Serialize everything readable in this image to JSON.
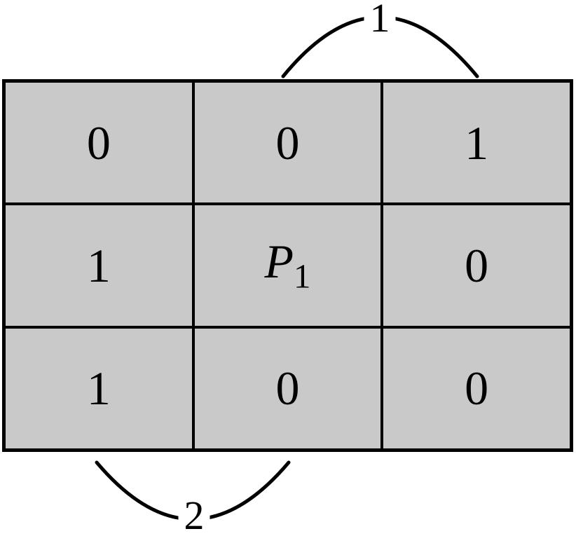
{
  "figure": {
    "background_color": "#ffffff",
    "cell_color": "#c9c9c9",
    "line_color": "#000000"
  },
  "grid": {
    "rows": 3,
    "cols": 3,
    "cells": [
      {
        "value": "0"
      },
      {
        "value": "0"
      },
      {
        "value": "1"
      },
      {
        "value": "1"
      },
      {
        "value": "P",
        "subscript": "1"
      },
      {
        "value": "0"
      },
      {
        "value": "1"
      },
      {
        "value": "0"
      },
      {
        "value": "0"
      }
    ]
  },
  "annotations": {
    "top_arc_label": "1",
    "bottom_arc_label": "2"
  }
}
